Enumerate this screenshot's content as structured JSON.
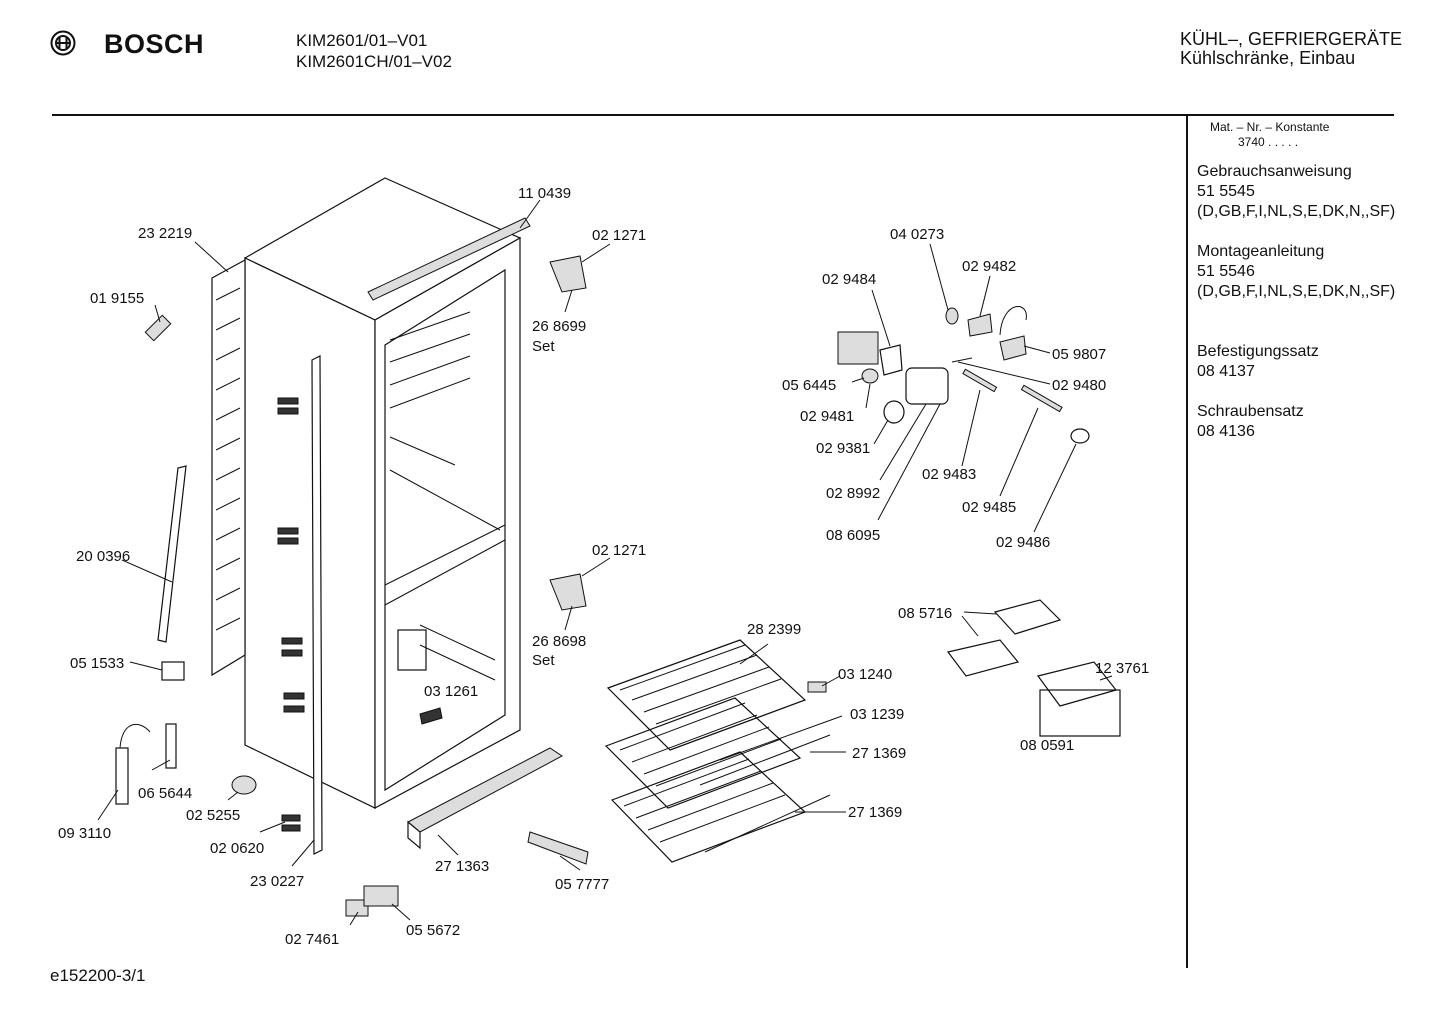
{
  "header": {
    "brand": "BOSCH",
    "models": [
      "KIM2601/01–V01",
      "KIM2601CH/01–V02"
    ],
    "category": [
      "KÜHL–, GEFRIERGERÄTE",
      "Kühlschränke, Einbau"
    ]
  },
  "sidebar": {
    "mat_label": "Mat. – Nr. – Konstante",
    "mat_value": "3740  .  .  .  .  .",
    "blocks": [
      {
        "title": "Gebrauchsanweisung",
        "number": "51 5545",
        "note": "(D,GB,F,I,NL,S,E,DK,N,,SF)"
      },
      {
        "title": "Montageanleitung",
        "number": "51 5546",
        "note": "(D,GB,F,I,NL,S,E,DK,N,,SF)"
      },
      {
        "title": "Befestigungssatz",
        "number": "08 4137",
        "note": ""
      },
      {
        "title": "Schraubensatz",
        "number": "08 4136",
        "note": ""
      }
    ]
  },
  "footer": {
    "code": "e152200-3/1"
  },
  "labels": [
    {
      "id": "l232219",
      "text": "23 2219"
    },
    {
      "id": "l019155",
      "text": "01 9155"
    },
    {
      "id": "l110439",
      "text": "11 0439"
    },
    {
      "id": "l021271a",
      "text": "02 1271"
    },
    {
      "id": "l268699",
      "text": "26 8699"
    },
    {
      "id": "lset1",
      "text": "Set"
    },
    {
      "id": "l200396",
      "text": "20 0396"
    },
    {
      "id": "l051533",
      "text": "05 1533"
    },
    {
      "id": "l021271b",
      "text": "02 1271"
    },
    {
      "id": "l268698",
      "text": "26 8698"
    },
    {
      "id": "lset2",
      "text": "Set"
    },
    {
      "id": "l031261",
      "text": "03 1261"
    },
    {
      "id": "l065644",
      "text": "06 5644"
    },
    {
      "id": "l025255",
      "text": "02 5255"
    },
    {
      "id": "l093110",
      "text": "09 3110"
    },
    {
      "id": "l020620",
      "text": "02 0620"
    },
    {
      "id": "l230227",
      "text": "23 0227"
    },
    {
      "id": "l271363",
      "text": "27 1363"
    },
    {
      "id": "l057777",
      "text": "05 7777"
    },
    {
      "id": "l027461",
      "text": "02 7461"
    },
    {
      "id": "l055672",
      "text": "05 5672"
    },
    {
      "id": "l040273",
      "text": "04 0273"
    },
    {
      "id": "l029484",
      "text": "02 9484"
    },
    {
      "id": "l029482",
      "text": "02 9482"
    },
    {
      "id": "l059807",
      "text": "05 9807"
    },
    {
      "id": "l056445",
      "text": "05 6445"
    },
    {
      "id": "l029480",
      "text": "02 9480"
    },
    {
      "id": "l029481",
      "text": "02 9481"
    },
    {
      "id": "l029381",
      "text": "02 9381"
    },
    {
      "id": "l029483",
      "text": "02 9483"
    },
    {
      "id": "l028992",
      "text": "02 8992"
    },
    {
      "id": "l029485",
      "text": "02 9485"
    },
    {
      "id": "l086095",
      "text": "08 6095"
    },
    {
      "id": "l029486",
      "text": "02 9486"
    },
    {
      "id": "l282399",
      "text": "28 2399"
    },
    {
      "id": "l031240",
      "text": "03 1240"
    },
    {
      "id": "l031239",
      "text": "03 1239"
    },
    {
      "id": "l271369a",
      "text": "27 1369"
    },
    {
      "id": "l271369b",
      "text": "27 1369"
    },
    {
      "id": "l085716",
      "text": "08 5716"
    },
    {
      "id": "l123761",
      "text": "12 3761"
    },
    {
      "id": "l080591",
      "text": "08 0591"
    }
  ]
}
